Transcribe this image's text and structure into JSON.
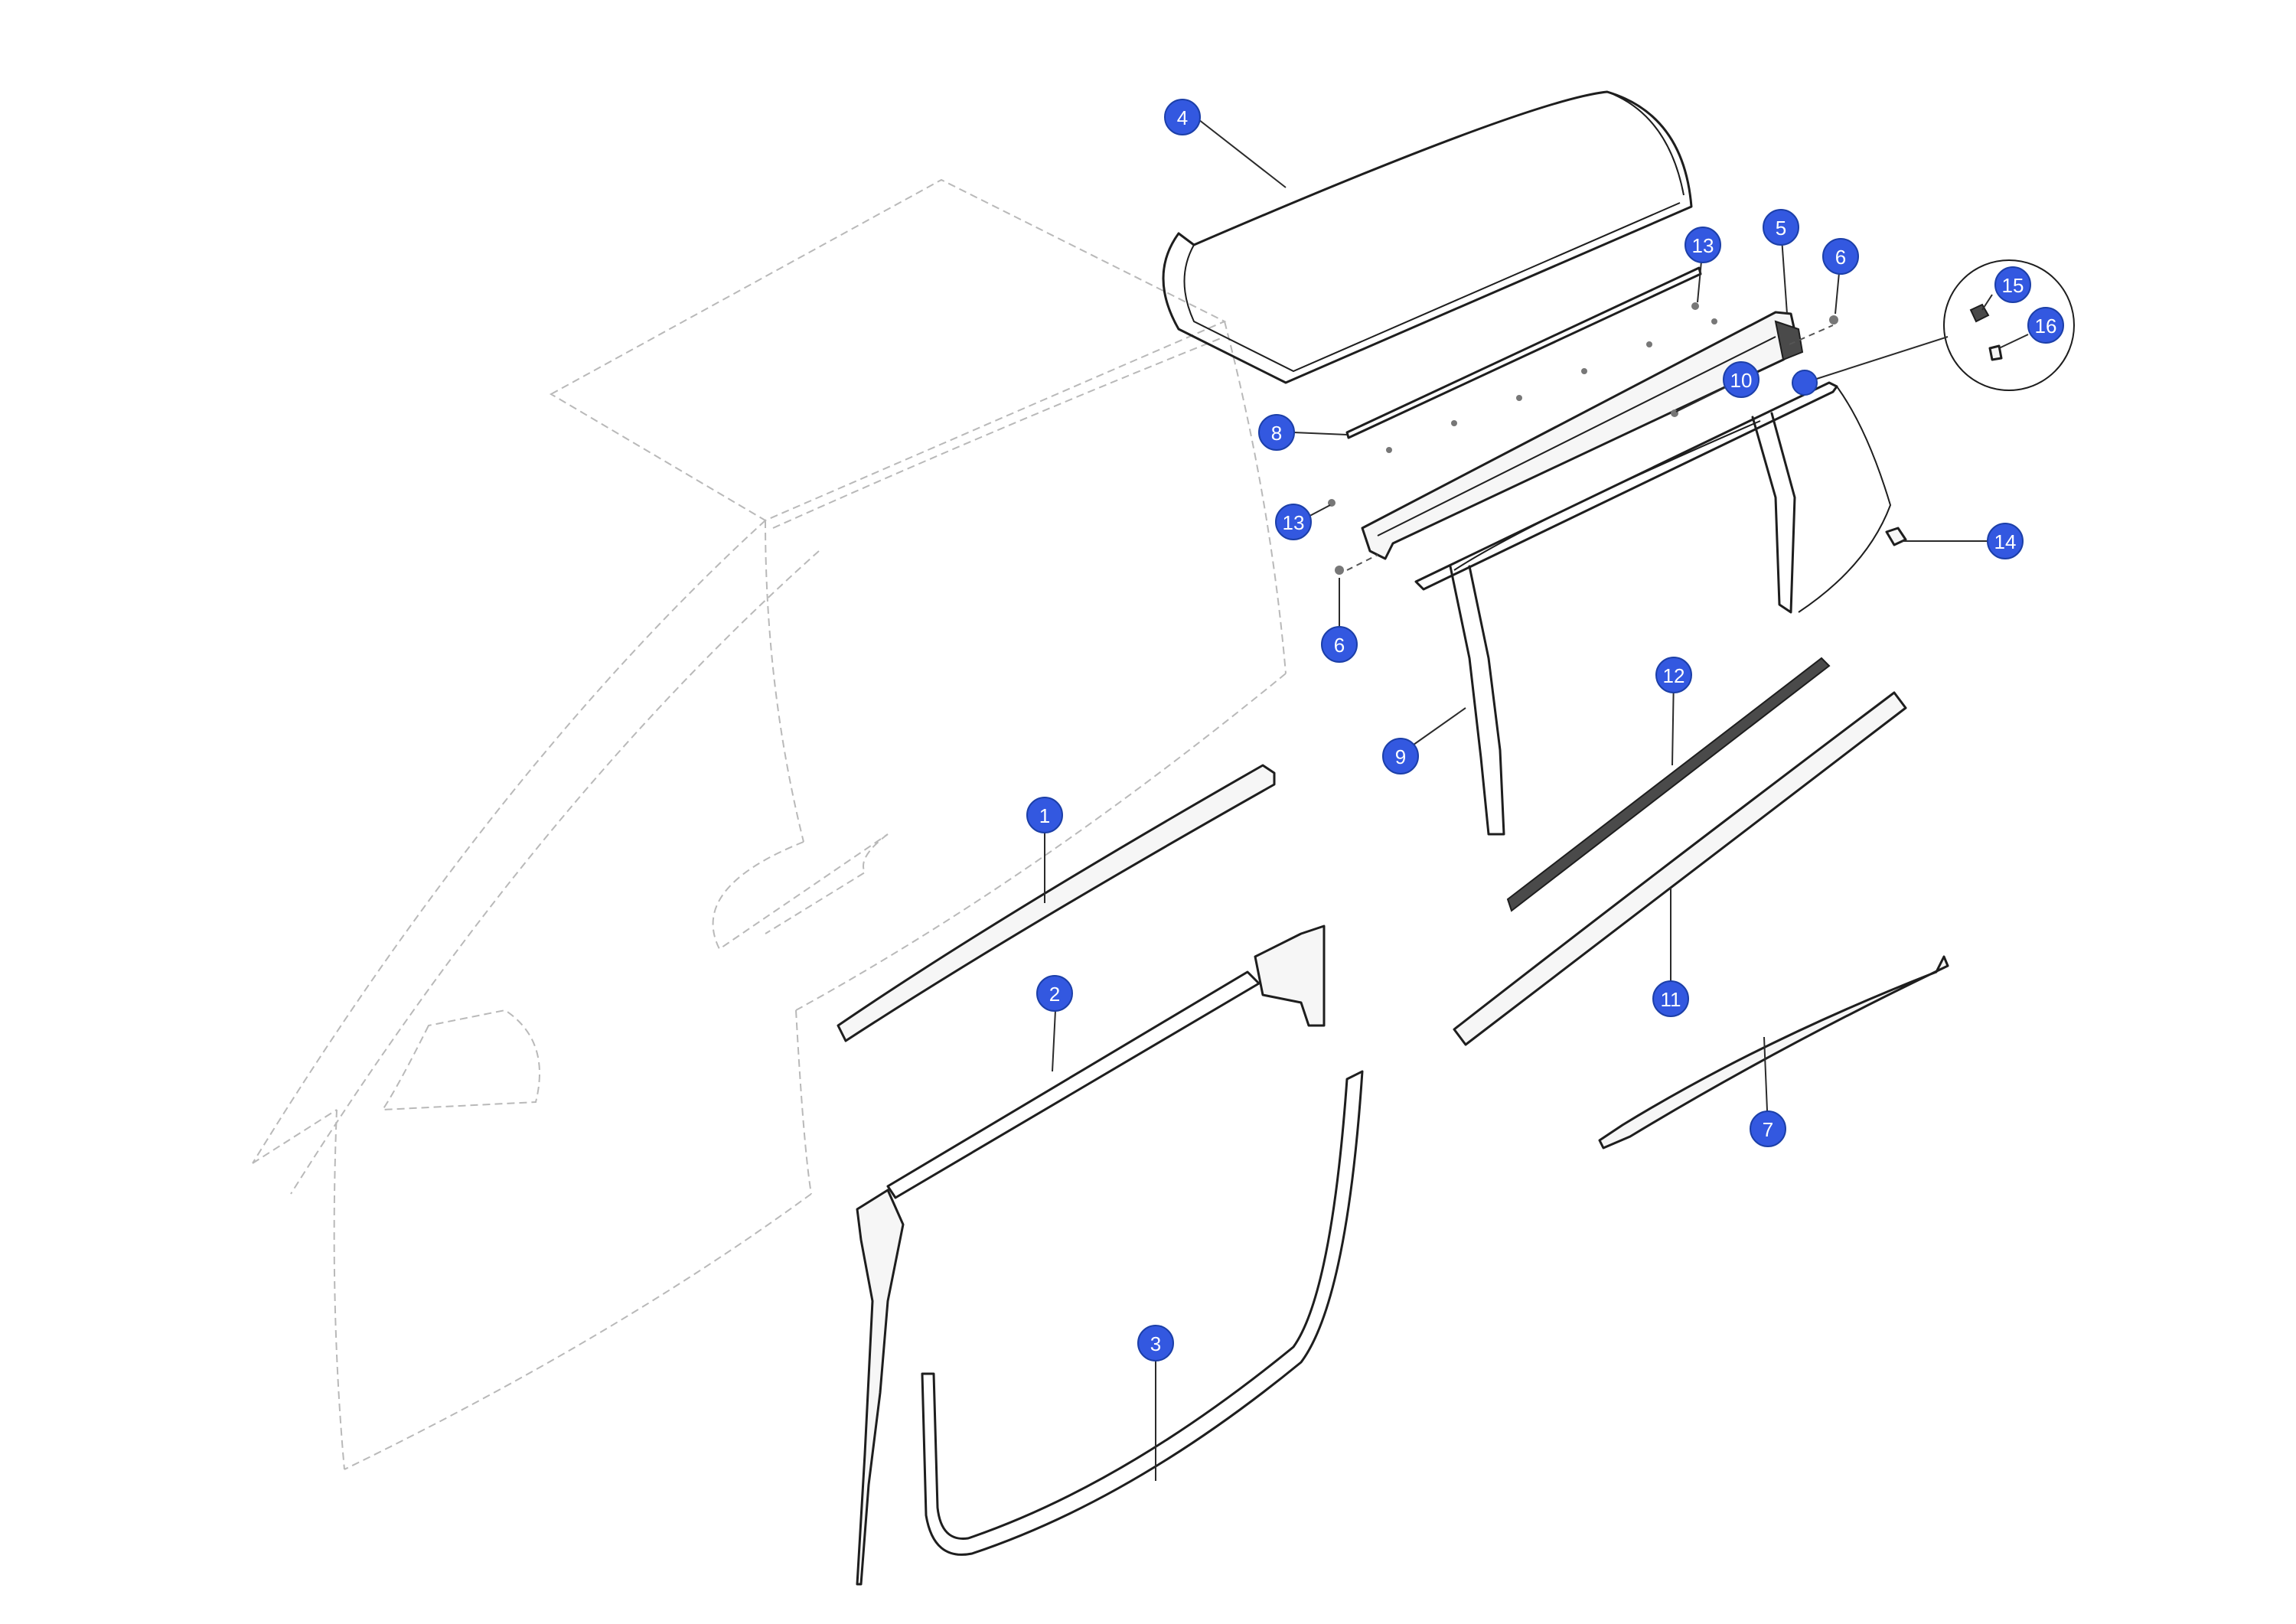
{
  "colors": {
    "callout_fill": "#3358e0",
    "part_stroke": "#1e1e1e",
    "ghost_stroke": "#b9b9b9",
    "background": "#ffffff"
  },
  "callouts": [
    {
      "label": "1"
    },
    {
      "label": "2"
    },
    {
      "label": "3"
    },
    {
      "label": "4"
    },
    {
      "label": "5"
    },
    {
      "label": "6"
    },
    {
      "label": "6"
    },
    {
      "label": "7"
    },
    {
      "label": "8"
    },
    {
      "label": "9"
    },
    {
      "label": "10"
    },
    {
      "label": "11"
    },
    {
      "label": "12"
    },
    {
      "label": "13"
    },
    {
      "label": "13"
    },
    {
      "label": "14"
    },
    {
      "label": "15"
    },
    {
      "label": "16"
    },
    {
      "label": ""
    }
  ]
}
